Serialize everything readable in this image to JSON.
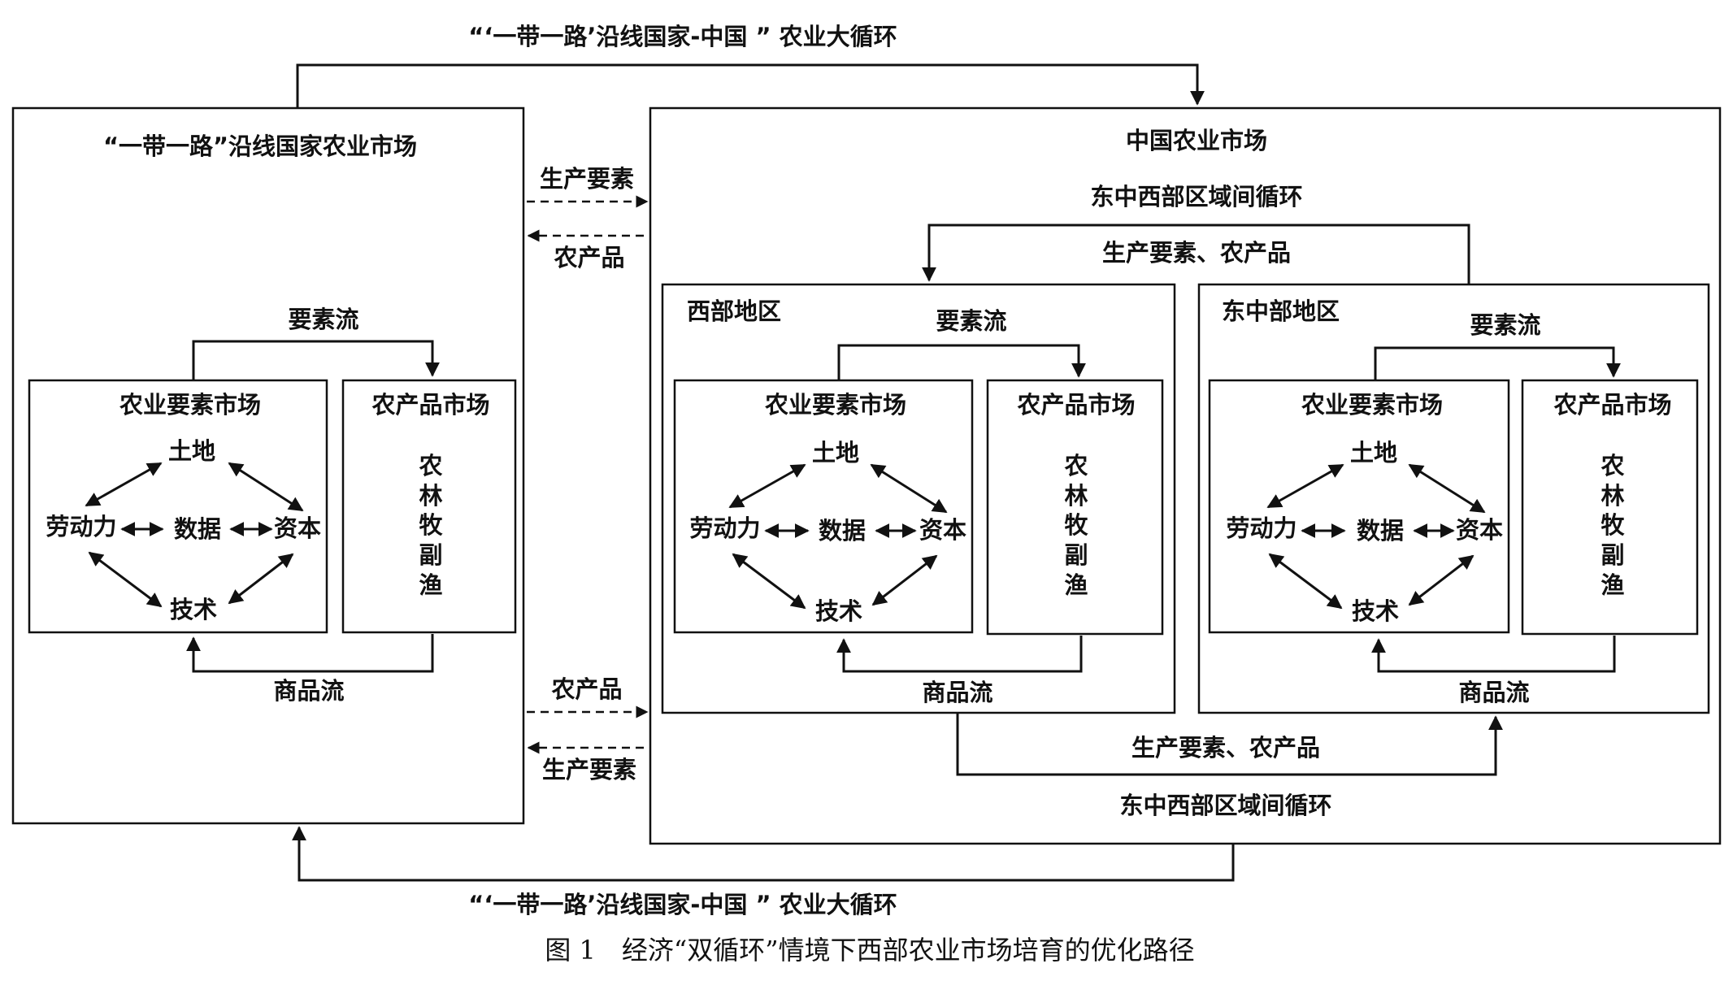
{
  "outer_loop_label": "“‘一带一路’沿线国家-中国 ” 农业大循环",
  "brt_market": {
    "title": "“一带一路”沿线国家农业市场",
    "flow_elements": "要素流",
    "flow_goods": "商品流",
    "factor_market": {
      "title": "农业要素市场",
      "nodes": {
        "land": "土地",
        "labor": "劳动力",
        "data": "数据",
        "capital": "资本",
        "tech": "技术"
      }
    },
    "product_market": {
      "title": "农产品市场",
      "items": [
        "农",
        "林",
        "牧",
        "副",
        "渔"
      ]
    }
  },
  "between": {
    "top_right": "生产要素",
    "top_left": "农产品",
    "bottom_right": "农产品",
    "bottom_left": "生产要素"
  },
  "china_market": {
    "title": "中国农业市场",
    "inter_region_loop": "东中西部区域间循环",
    "inter_region_flow": "生产要素、农产品",
    "west": {
      "title": "西部地区",
      "flow_elements": "要素流",
      "flow_goods": "商品流",
      "factor_market": {
        "title": "农业要素市场",
        "nodes": {
          "land": "土地",
          "labor": "劳动力",
          "data": "数据",
          "capital": "资本",
          "tech": "技术"
        }
      },
      "product_market": {
        "title": "农产品市场",
        "items": [
          "农",
          "林",
          "牧",
          "副",
          "渔"
        ]
      }
    },
    "east_central": {
      "title": "东中部地区",
      "flow_elements": "要素流",
      "flow_goods": "商品流",
      "factor_market": {
        "title": "农业要素市场",
        "nodes": {
          "land": "土地",
          "labor": "劳动力",
          "data": "数据",
          "capital": "资本",
          "tech": "技术"
        }
      },
      "product_market": {
        "title": "农产品市场",
        "items": [
          "农",
          "林",
          "牧",
          "副",
          "渔"
        ]
      }
    }
  },
  "caption": "图 1　经济“双循环”情境下西部农业市场培育的优化路径"
}
